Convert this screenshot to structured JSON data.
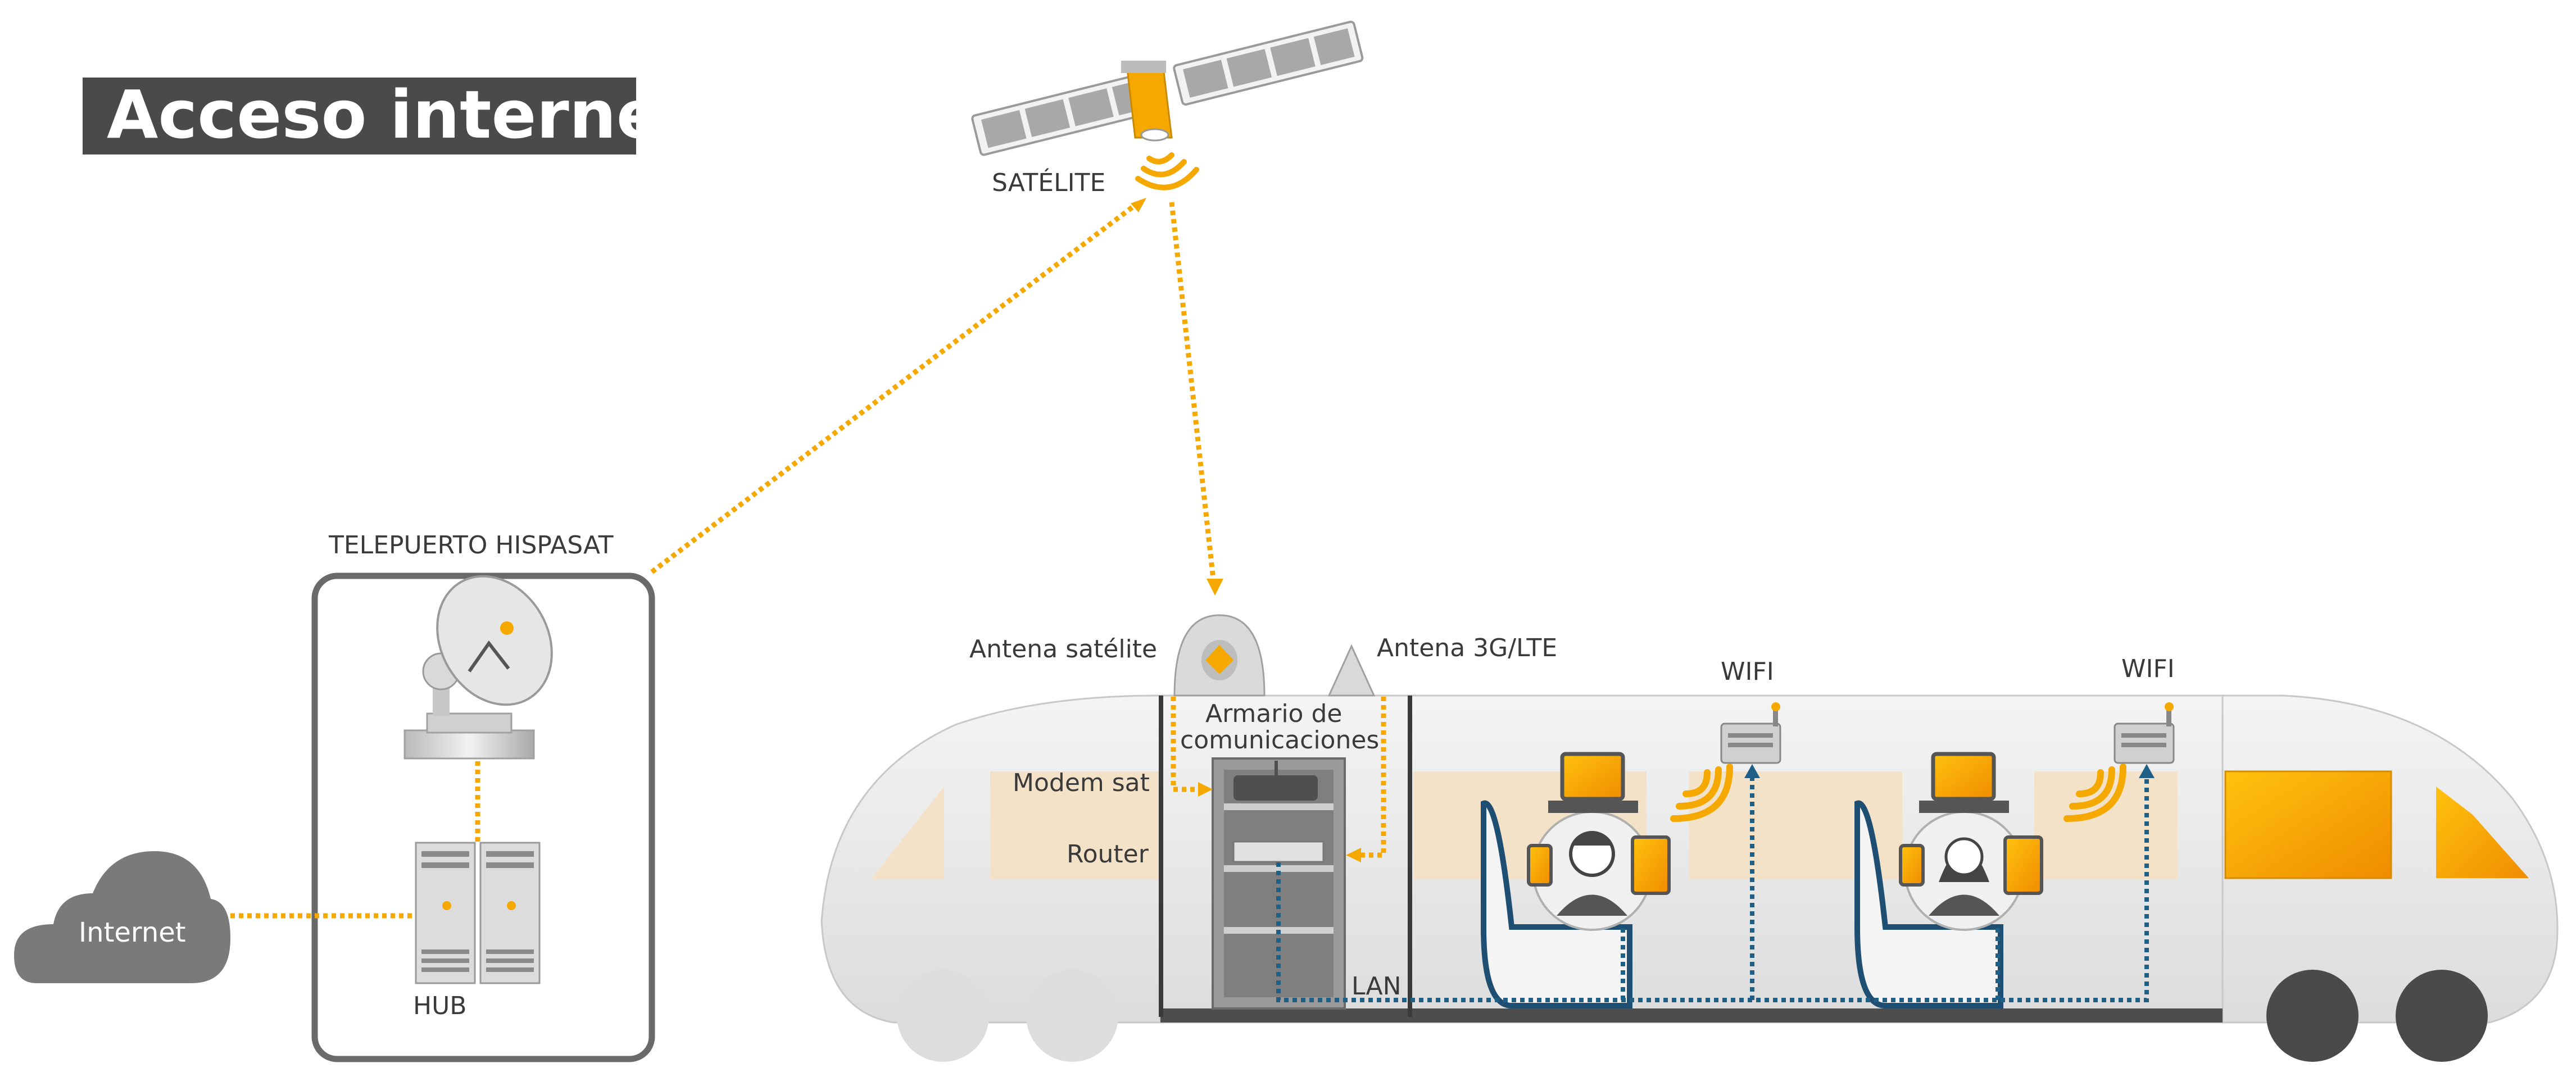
{
  "title": "Acceso internet",
  "labels": {
    "satellite": "SATÉLITE",
    "teleport": "TELEPUERTO HISPASAT",
    "internet": "Internet",
    "hub": "HUB",
    "sat_antenna": "Antena satélite",
    "lte_antenna": "Antena 3G/LTE",
    "cabinet_line1": "Armario de",
    "cabinet_line2": "comunicaciones",
    "modem": "Modem sat",
    "router": "Router",
    "lan": "LAN",
    "wifi_1": "WIFI",
    "wifi_2": "WIFI"
  },
  "colors": {
    "accent": "#f5a800",
    "lan_link": "#1f5f86",
    "title_bg": "#4a4a4a",
    "cloud": "#7a7a7a",
    "train_body": "#e9e9e9",
    "window_band": "#f3e2c8"
  }
}
